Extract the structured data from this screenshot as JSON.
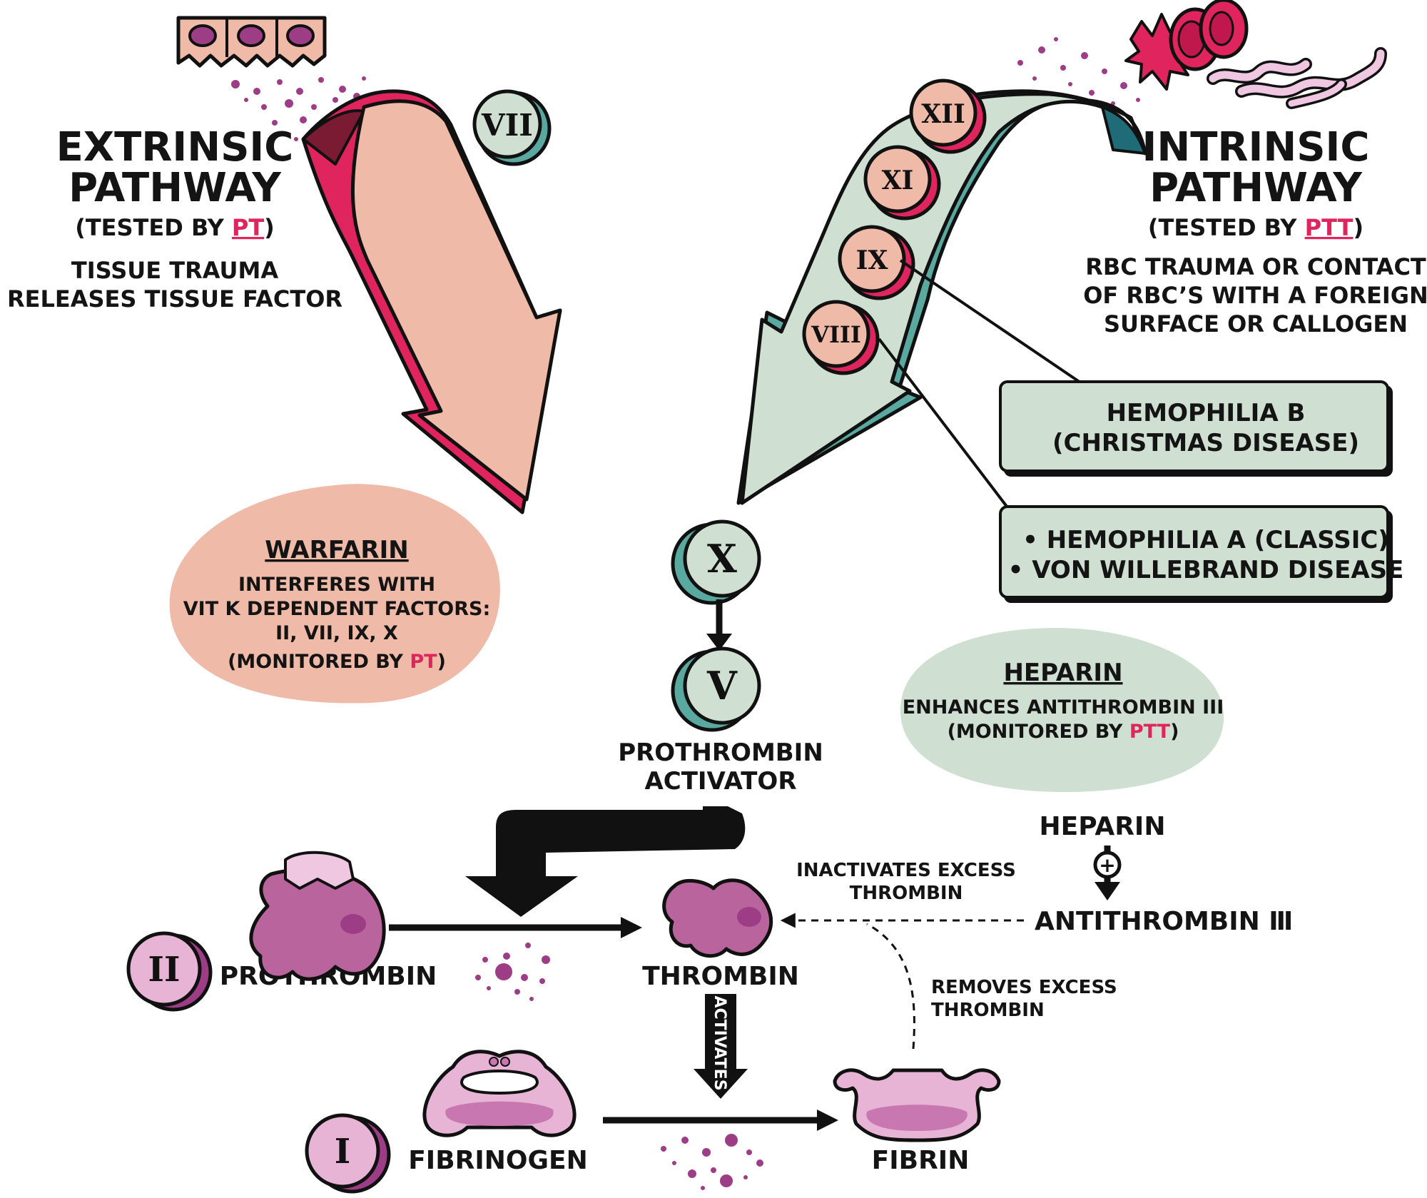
{
  "extrinsic": {
    "title_line1": "EXTRINSIC",
    "title_line2": "PATHWAY",
    "tested_prefix": "(TESTED BY ",
    "tested_test": "PT",
    "tested_suffix": ")",
    "desc_line1": "TISSUE TRAUMA",
    "desc_line2": "RELEASES TISSUE FACTOR",
    "factor": "VII"
  },
  "intrinsic": {
    "title_line1": "INTRINSIC",
    "title_line2": "PATHWAY",
    "tested_prefix": "(TESTED BY ",
    "tested_test": "PTT",
    "tested_suffix": ")",
    "desc_line1": "RBC TRAUMA OR CONTACT",
    "desc_line2": "OF RBC’S WITH A FOREIGN",
    "desc_line3": "SURFACE OR CALLOGEN",
    "factors": [
      "XII",
      "XI",
      "IX",
      "VIII"
    ]
  },
  "disease_boxes": {
    "hemophilia_b_line1": "HEMOPHILIA B",
    "hemophilia_b_line2": "(CHRISTMAS DISEASE)",
    "hemophilia_a": "• HEMOPHILIA A (CLASSIC)",
    "von_willebrand": "• VON WILLEBRAND DISEASE"
  },
  "warfarin": {
    "title": "WARFARIN",
    "line1": "INTERFERES WITH",
    "line2": "VIT K DEPENDENT FACTORS:",
    "line3": "II, VII, IX, X",
    "mon_prefix": "(MONITORED BY ",
    "mon_test": "PT",
    "mon_suffix": ")"
  },
  "heparin_note": {
    "title": "HEPARIN",
    "line1": "ENHANCES ANTITHROMBIN III",
    "mon_prefix": "(MONITORED BY ",
    "mon_test": "PTT",
    "mon_suffix": ")"
  },
  "common": {
    "factor_x": "X",
    "factor_v": "V",
    "prothrombin_activator_line1": "PROTHROMBIN",
    "prothrombin_activator_line2": "ACTIVATOR"
  },
  "cascade": {
    "factor_ii": "II",
    "prothrombin": "PROTHROMBIN",
    "thrombin": "THROMBIN",
    "activates": "ACTIVATES",
    "factor_i": "I",
    "fibrinogen": "FIBRINOGEN",
    "fibrin": "FIBRIN",
    "heparin": "HEPARIN",
    "plus": "+",
    "antithrombin": "ANTITHROMBIN Ⅲ",
    "inactivates_line1": "INACTIVATES EXCESS",
    "inactivates_line2": "THROMBIN",
    "removes_line1": "REMOVES EXCESS",
    "removes_line2": "THROMBIN"
  },
  "colors": {
    "salmon": "#efbba8",
    "pink": "#e0245e",
    "sage": "#cfe0d2",
    "teal": "#5aa9a0",
    "purple": "#b9649d",
    "lilac": "#e7b4d6"
  }
}
